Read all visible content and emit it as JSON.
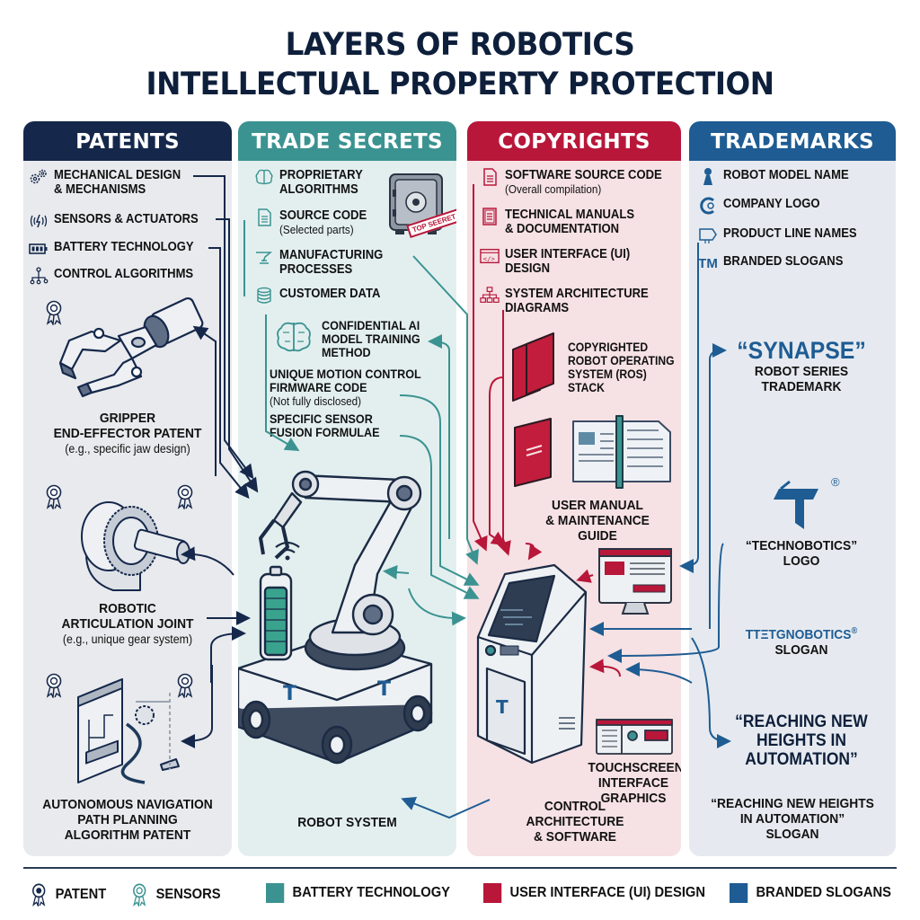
{
  "title": {
    "line1": "LAYERS OF ROBOTICS",
    "line2": "INTELLECTUAL PROPERTY PROTECTION"
  },
  "colors": {
    "patents": "#15284b",
    "trade_secrets": "#3b9391",
    "copyrights": "#b8173a",
    "trademarks": "#1e5c93"
  },
  "columns": {
    "patents": {
      "header": "PATENTS",
      "items": [
        {
          "icon": "gears-icon",
          "label1": "MECHANICAL DESIGN",
          "label2": "& MECHANISMS"
        },
        {
          "icon": "sensor-waves-icon",
          "label1": "SENSORS & ACTUATORS"
        },
        {
          "icon": "battery-icon",
          "label1": "BATTERY TECHNOLOGY"
        },
        {
          "icon": "flow-branch-icon",
          "label1": "CONTROL ALGORITHMS"
        }
      ],
      "figures": [
        {
          "title1": "GRIPPER",
          "title2": "END-EFFECTOR PATENT",
          "sub": "(e.g., specific jaw design)"
        },
        {
          "title1": "ROBOTIC",
          "title2": "ARTICULATION JOINT",
          "sub": "(e.g., unique gear system)"
        },
        {
          "title1": "AUTONOMOUS NAVIGATION",
          "title2": "PATH PLANNING",
          "title3": "ALGORITHM PATENT"
        }
      ]
    },
    "trade_secrets": {
      "header": "TRADE SECRETS",
      "items": [
        {
          "icon": "brain-icon",
          "label1": "PROPRIETARY",
          "label2": "ALGORITHMS"
        },
        {
          "icon": "document-icon",
          "label1": "SOURCE CODE",
          "sub": "(Selected parts)"
        },
        {
          "icon": "factory-arm-icon",
          "label1": "MANUFACTURING",
          "label2": "PROCESSES"
        },
        {
          "icon": "database-icon",
          "label1": "CUSTOMER DATA"
        }
      ],
      "safe_stamp": "TOP SEERET",
      "details": [
        {
          "icon": "brain-circuit-icon",
          "label1": "CONFIDENTIAL AI",
          "label2": "MODEL TRAINING",
          "label3": "METHOD"
        },
        {
          "label1": "UNIQUE MOTION CONTROL",
          "label2": "FIRMWARE CODE",
          "sub": "(Not fully disclosed)"
        },
        {
          "label1": "SPECIFIC SENSOR",
          "label2": "FUSION FORMULAE"
        }
      ],
      "figure_caption": "ROBOT SYSTEM"
    },
    "copyrights": {
      "header": "COPYRIGHTS",
      "items": [
        {
          "icon": "file-text-icon",
          "label1": "SOFTWARE SOURCE CODE",
          "sub": "(Overall compilation)"
        },
        {
          "icon": "manual-icon",
          "label1": "TECHNICAL MANUALS",
          "label2": "& DOCUMENTATION"
        },
        {
          "icon": "code-window-icon",
          "label1": "USER INTERFACE (UI)",
          "label2": "DESIGN"
        },
        {
          "icon": "hierarchy-icon",
          "label1": "SYSTEM ARCHITECTURE",
          "label2": "DIAGRAMS"
        }
      ],
      "ros": {
        "line1": "COPYRIGHTED",
        "line2": "ROBOT OPERATING",
        "line3": "SYSTEM (ROS)",
        "line4": "STACK"
      },
      "manual": {
        "line1": "USER MANUAL",
        "line2": "& MAINTENANCE",
        "line3": "GUIDE"
      },
      "touchscreen": {
        "line1": "TOUCHSCREEN",
        "line2": "INTERFACE",
        "line3": "GRAPHICS"
      },
      "figure_caption": {
        "line1": "CONTROL",
        "line2": "ARCHITECTURE",
        "line3": "& SOFTWARE"
      }
    },
    "trademarks": {
      "header": "TRADEMARKS",
      "items": [
        {
          "icon": "robot-badge-icon",
          "label1": "ROBOT MODEL NAME"
        },
        {
          "icon": "company-c-icon",
          "label1": "COMPANY LOGO"
        },
        {
          "icon": "product-tag-icon",
          "label1": "PRODUCT LINE NAMES"
        },
        {
          "icon": "tm-icon",
          "icon_text": "TM",
          "label1": "BRANDED SLOGANS"
        }
      ],
      "synapse": {
        "name": "“SYNAPSE”",
        "line1": "ROBOT SERIES",
        "line2": "TRADEMARK"
      },
      "logo": {
        "reg": "®",
        "line1": "“TECHNOBOTICS”",
        "line2": "LOGO"
      },
      "wordmark": {
        "text": "TTΞTGNOBOTICS",
        "reg": "®",
        "line1": "SLOGAN"
      },
      "slogan_big": {
        "line1": "“REACHING NEW",
        "line2": "HEIGHTS IN",
        "line3": "AUTOMATION”"
      },
      "slogan_caption": {
        "line1": "“REACHING NEW HEIGHTS",
        "line2": "IN AUTOMATION”",
        "line3": "SLOGAN"
      }
    }
  },
  "legend": [
    {
      "type": "icon",
      "icon": "patent-ribbon-icon",
      "color": "#15284b",
      "label": "PATENT"
    },
    {
      "type": "icon",
      "icon": "sensor-ribbon-icon",
      "color": "#3b9391",
      "label": "SENSORS"
    },
    {
      "type": "swatch",
      "color": "#3b9391",
      "label": "BATTERY TECHNOLOGY"
    },
    {
      "type": "swatch",
      "color": "#b8173a",
      "label": "USER INTERFACE (UI) DESIGN"
    },
    {
      "type": "swatch",
      "color": "#1e5c93",
      "label": "BRANDED SLOGANS"
    }
  ]
}
